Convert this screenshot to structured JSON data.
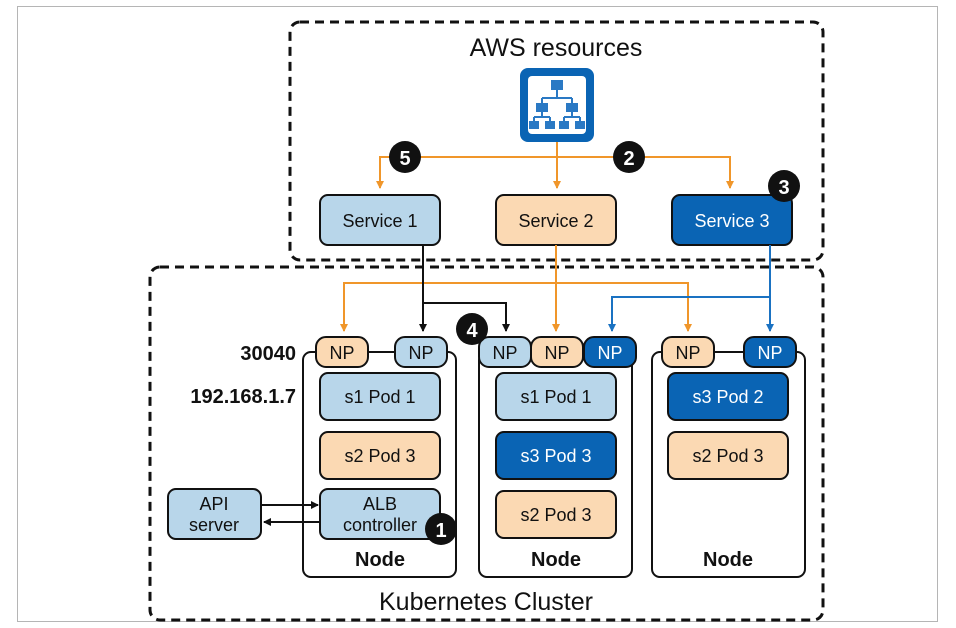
{
  "aws": {
    "title": "AWS resources",
    "icon": "load-balancer-icon"
  },
  "cluster": {
    "title": "Kubernetes Cluster"
  },
  "services": [
    "Service 1",
    "Service 2",
    "Service 3"
  ],
  "left_labels": {
    "port": "30040",
    "ip": "192.168.1.7"
  },
  "np_label": "NP",
  "nodes": [
    {
      "pods": [
        "s1 Pod 1",
        "s2 Pod 3"
      ],
      "label": "Node"
    },
    {
      "pods": [
        "s1 Pod 1",
        "s3 Pod 3",
        "s2 Pod 3"
      ],
      "label": "Node"
    },
    {
      "pods": [
        "s3 Pod 2",
        "s2 Pod 3"
      ],
      "label": "Node"
    }
  ],
  "alb": {
    "line1": "ALB",
    "line2": "controller"
  },
  "api": {
    "line1": "API",
    "line2": "server"
  },
  "steps": [
    "1",
    "2",
    "3",
    "4",
    "5"
  ],
  "colors": {
    "light_blue": "#b8d6ea",
    "peach": "#fbd9b3",
    "dark_blue": "#0a64b4",
    "orange": "#f0962a",
    "blue_line": "#1a72c2",
    "black": "#111111"
  }
}
